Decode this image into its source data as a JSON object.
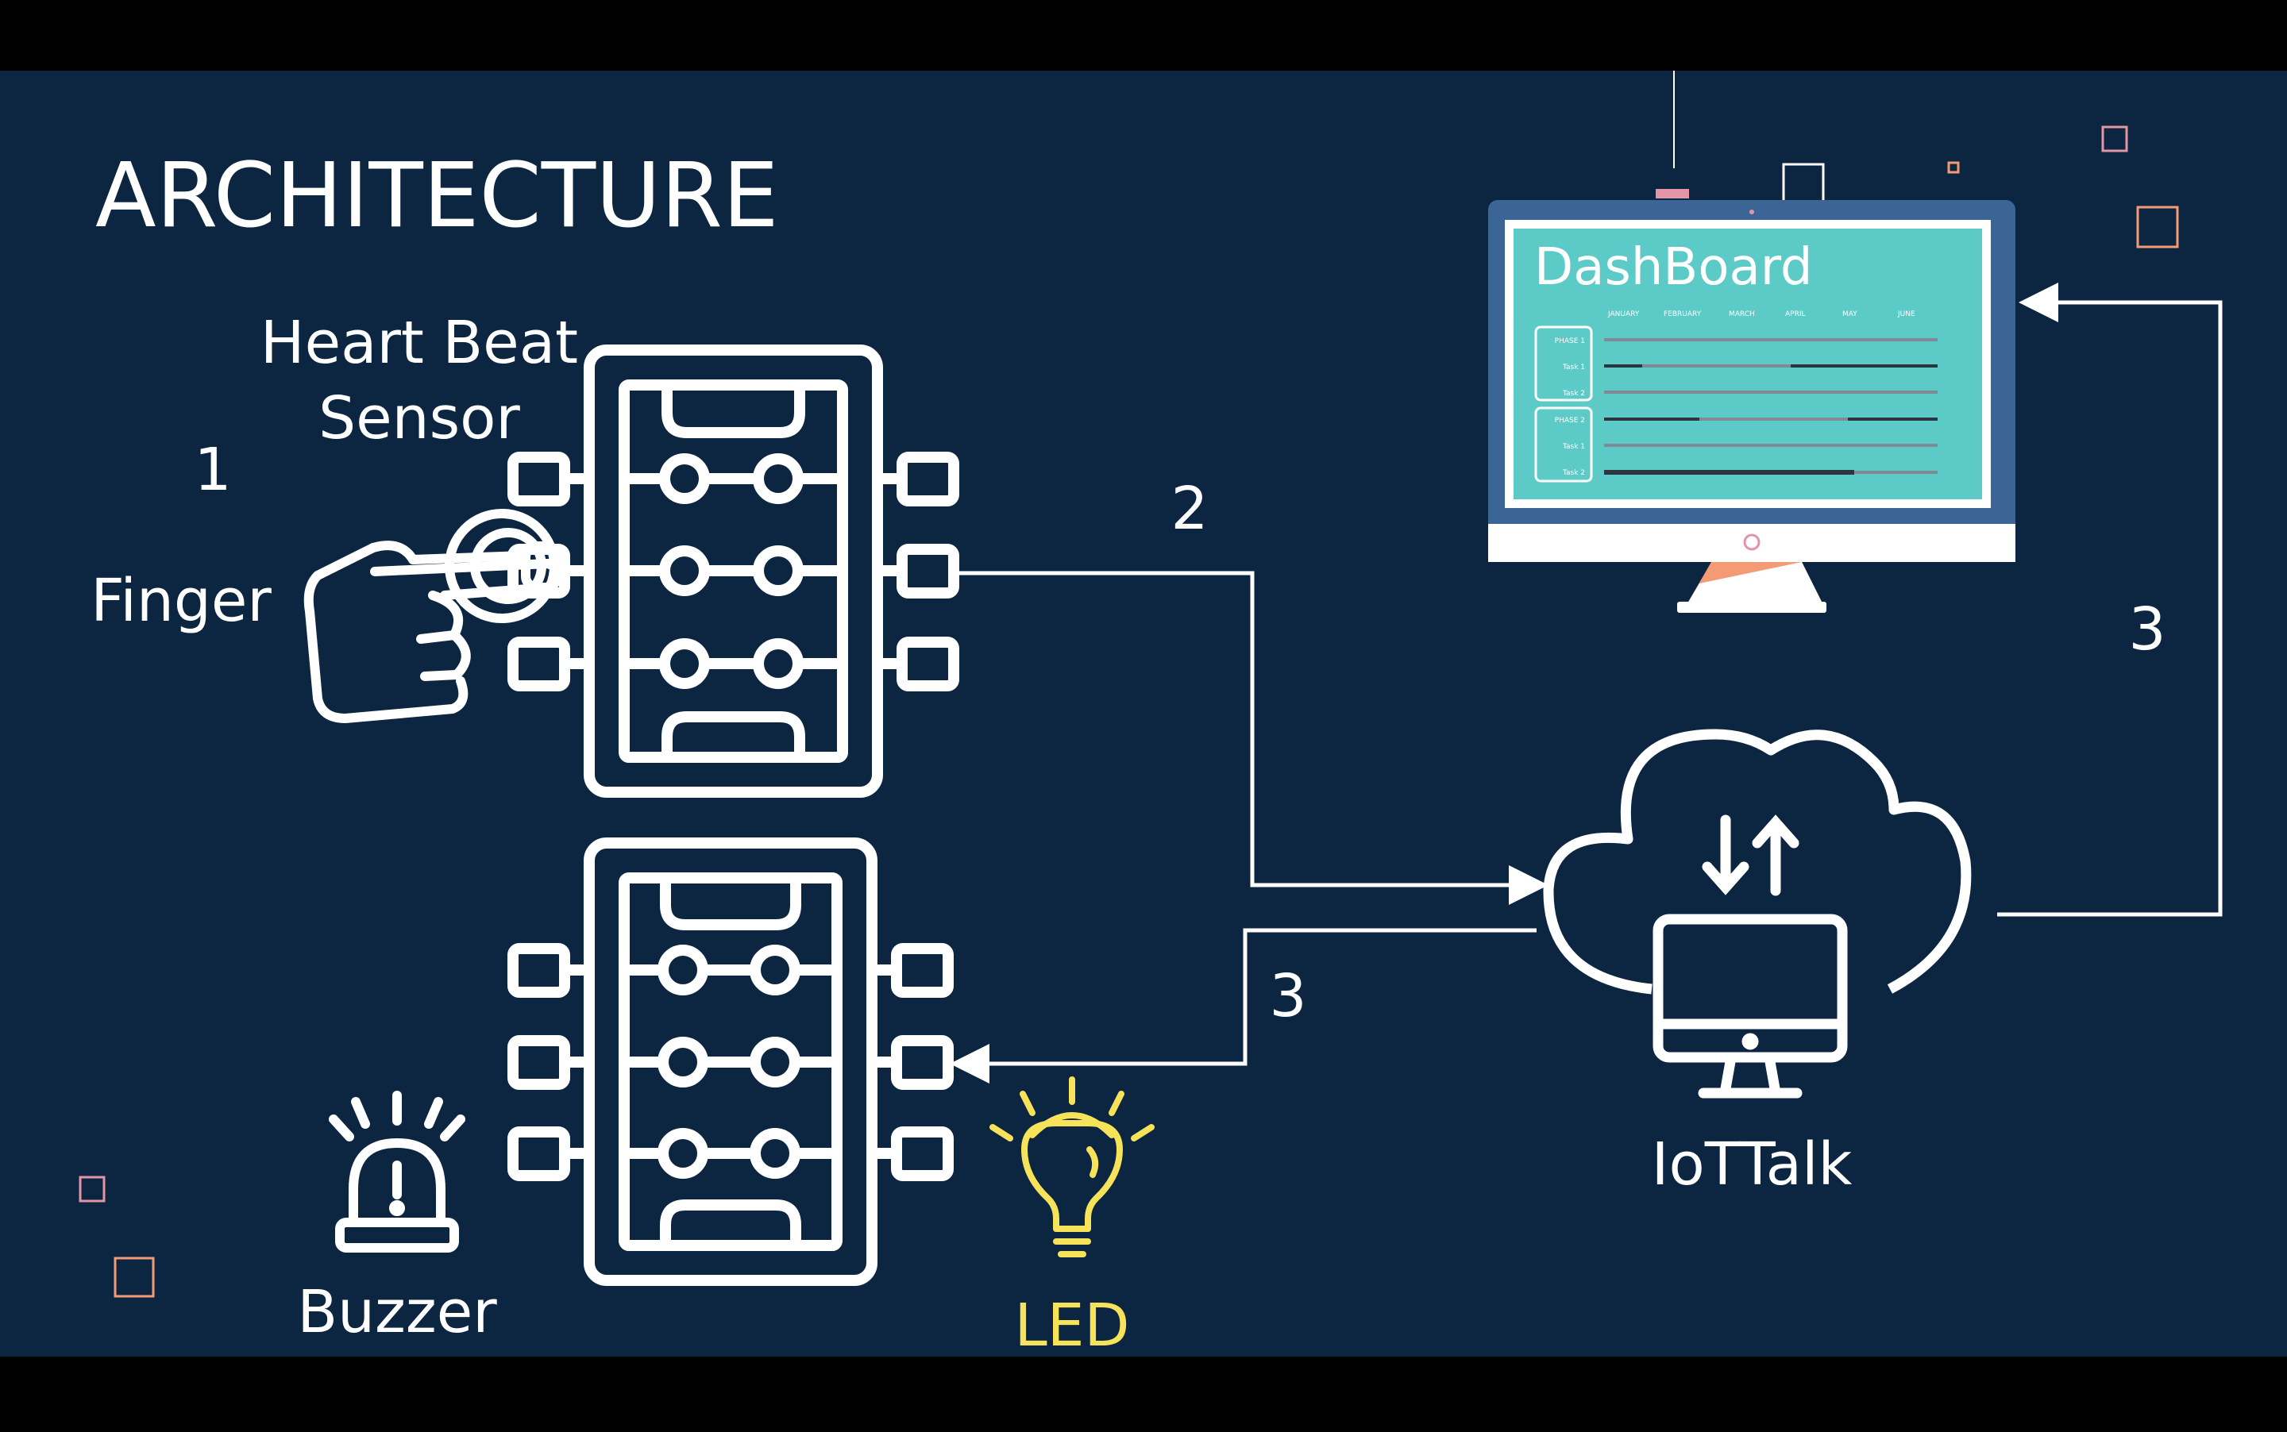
{
  "slide": {
    "title": "ARCHITECTURE",
    "colors": {
      "background": "#0c2541",
      "line": "#ffffff",
      "led": "#f7e35a",
      "screen": "#5ccbc8",
      "monitor_frame": "#3a6595",
      "accent_pink": "#e295a7",
      "accent_orange": "#f29b74"
    }
  },
  "labels": {
    "sensor_line1": "Heart Beat",
    "sensor_line2": "Sensor",
    "finger": "Finger",
    "buzzer": "Buzzer",
    "led": "LED",
    "iottalk": "IoTTalk",
    "step_1": "1",
    "step_2": "2",
    "step_3_left": "3",
    "step_3_right": "3"
  },
  "dashboard": {
    "title": "DashBoard",
    "months": [
      "JANUARY",
      "FEBRUARY",
      "MARCH",
      "APRIL",
      "MAY",
      "JUNE"
    ],
    "rows": [
      "PHASE 1",
      "Task 1",
      "Task 2",
      "PHASE 2",
      "Task 1",
      "Task 2"
    ]
  },
  "icons": [
    "hand-icon",
    "microcontroller-icon",
    "siren-icon",
    "lightbulb-icon",
    "cloud-icon",
    "computer-icon",
    "sync-arrows-icon",
    "monitor-icon"
  ]
}
